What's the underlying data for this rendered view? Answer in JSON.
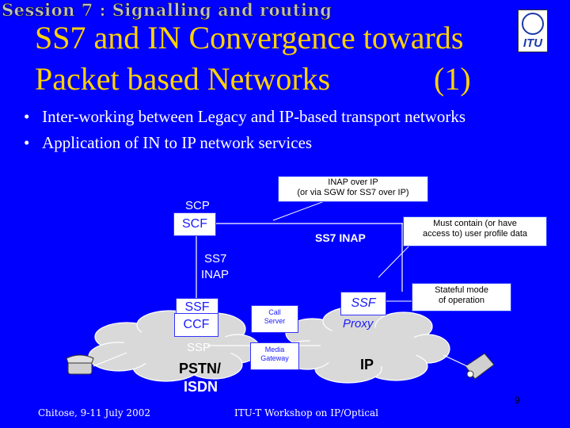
{
  "header": {
    "session": "Session 7 : Signalling and routing",
    "title_line1": "SS7 and IN Convergence towards",
    "title_line2": "Packet based Networks",
    "title_suffix": "(1)",
    "logo_text": "ITU"
  },
  "bullets": [
    "Inter-working between Legacy and IP-based transport networks",
    "Application of IN to IP network services"
  ],
  "diagram": {
    "callout_inap_line1": "INAP over IP",
    "callout_inap_line2": "(or via SGW for SS7 over IP)",
    "callout_must_line1": "Must contain (or have",
    "callout_must_line2": "access to) user profile data",
    "callout_state_line1": "Stateful mode",
    "callout_state_line2": "of operation",
    "scp_label": "SCP",
    "scf_label": "SCF",
    "ss7_inap_label": "SS7 INAP",
    "ss7_label": "SS7",
    "inap_label": "INAP",
    "ssf_label": "SSF",
    "ccf_label": "CCF",
    "ssp_label": "SSP",
    "call_server_line1": "Call",
    "call_server_line2": "Server",
    "media_server_line1": "Media",
    "media_server_line2": "Gateway",
    "ssf2_label": "SSF",
    "proxy_label": "Proxy",
    "pstn_line1": "PSTN/",
    "pstn_line2": "ISDN",
    "ip_label": "IP"
  },
  "footer": {
    "left": "Chitose, 9-11 July 2002",
    "center": "ITU-T Workshop on IP/Optical",
    "page": "9"
  },
  "colors": {
    "background": "#0000ff",
    "title": "#ffd200",
    "cloud": "#d9d9d9"
  }
}
